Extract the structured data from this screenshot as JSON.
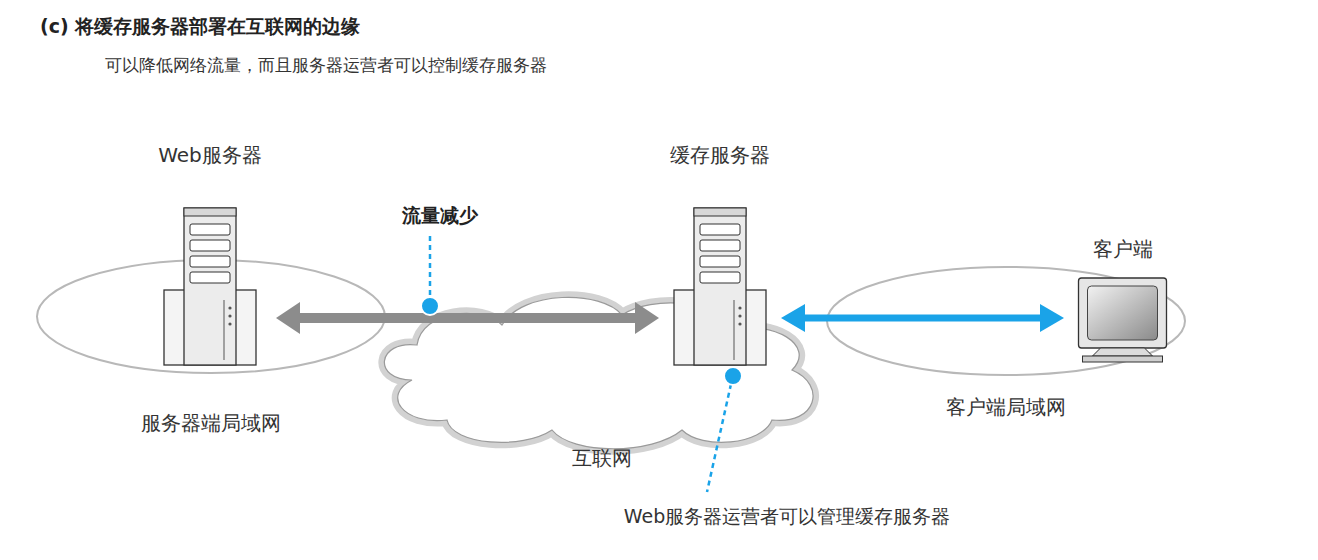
{
  "diagram": {
    "title": "(c) 将缓存服务器部署在互联网的边缘",
    "nodes": [
      {
        "text": [
          "服务器端局域网"
        ]
      },
      {
        "text": [
          "Web服务器"
        ],
        "in": 0
      },
      {
        "text": [
          "互联网"
        ]
      },
      {
        "text": [
          "缓存服务器"
        ],
        "in": 2
      },
      {
        "text": [
          "客户端局域网"
        ]
      },
      {
        "text": [
          "客户端"
        ],
        "in": 4
      }
    ],
    "edges": [
      {
        "from": 1,
        "to": 3,
        "arrow": "both",
        "label": "流量减少"
      },
      {
        "from": 3,
        "to": 5,
        "arrow": "both"
      }
    ],
    "labels": [
      "可以降低网络流量，而且服务器运营者可以控制缓存服务器",
      "Web服务器运营者可以管理缓存服务器"
    ]
  }
}
